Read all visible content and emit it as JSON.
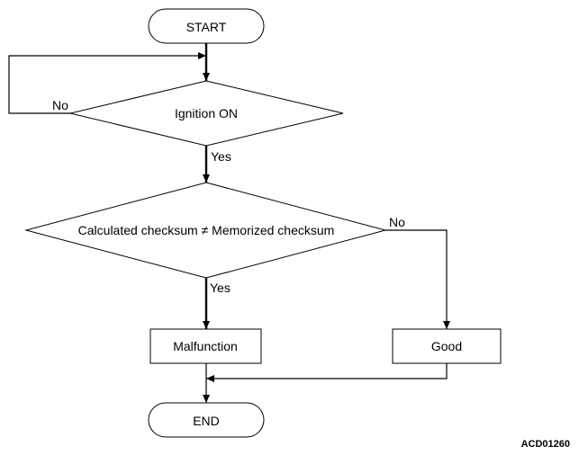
{
  "nodes": {
    "start": "START",
    "ignition_check": "Ignition ON",
    "checksum_check": "Calculated checksum ≠ Memorized checksum",
    "malfunction": "Malfunction",
    "good": "Good",
    "end": "END"
  },
  "edges": {
    "ignition_no": "No",
    "ignition_yes": "Yes",
    "checksum_no": "No",
    "checksum_yes": "Yes"
  },
  "diagram_id": "ACD01260",
  "colors": {
    "stroke": "#000000",
    "fill": "#ffffff"
  }
}
